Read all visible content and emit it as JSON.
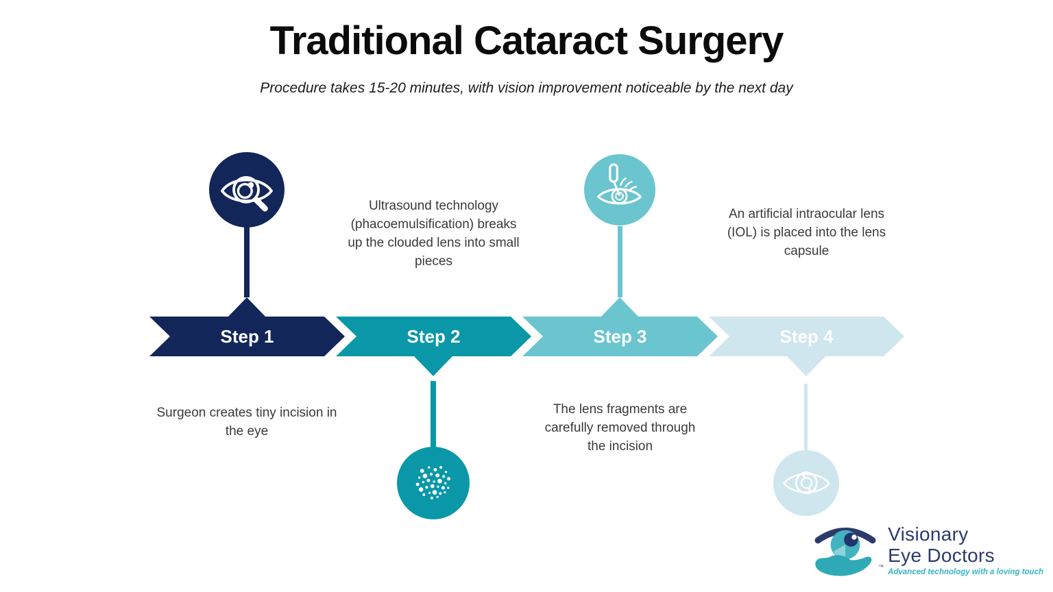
{
  "header": {
    "title": "Traditional Cataract Surgery",
    "subtitle": "Procedure takes 15-20 minutes, with vision improvement noticeable by the next day"
  },
  "colors": {
    "step1": "#13265a",
    "step2": "#0a98a8",
    "step3": "#6ac5cf",
    "step4": "#cfe6ee",
    "label_text": "#ffffff",
    "body_text": "#3a3a3a",
    "logo_navy": "#2c3a6b",
    "logo_teal": "#2fa9b6"
  },
  "steps": [
    {
      "label": "Step 1",
      "description": "Surgeon creates tiny incision in the eye",
      "color": "#13265a",
      "icon": "eye-magnifier-icon",
      "icon_position": "above-banner",
      "text_position": "below-banner"
    },
    {
      "label": "Step 2",
      "description": "Ultrasound technology (phacoemulsification) breaks up the clouded lens into small pieces",
      "color": "#0a98a8",
      "icon": "lens-fragments-dots-icon",
      "icon_position": "below-banner",
      "text_position": "above-banner"
    },
    {
      "label": "Step 3",
      "description": "The lens fragments are carefully removed through the incision",
      "color": "#6ac5cf",
      "icon": "eye-probe-icon",
      "icon_position": "above-banner",
      "text_position": "below-banner"
    },
    {
      "label": "Step 4",
      "description": "An artificial intraocular lens (IOL) is placed into the lens capsule",
      "color": "#cfe6ee",
      "icon": "eye-iol-lens-icon",
      "icon_position": "below-banner",
      "text_position": "above-banner"
    }
  ],
  "logo": {
    "name_line1": "Visionary",
    "name_line2": "Eye Doctors",
    "tagline": "Advanced technology with a loving touch",
    "trademark": "™"
  }
}
